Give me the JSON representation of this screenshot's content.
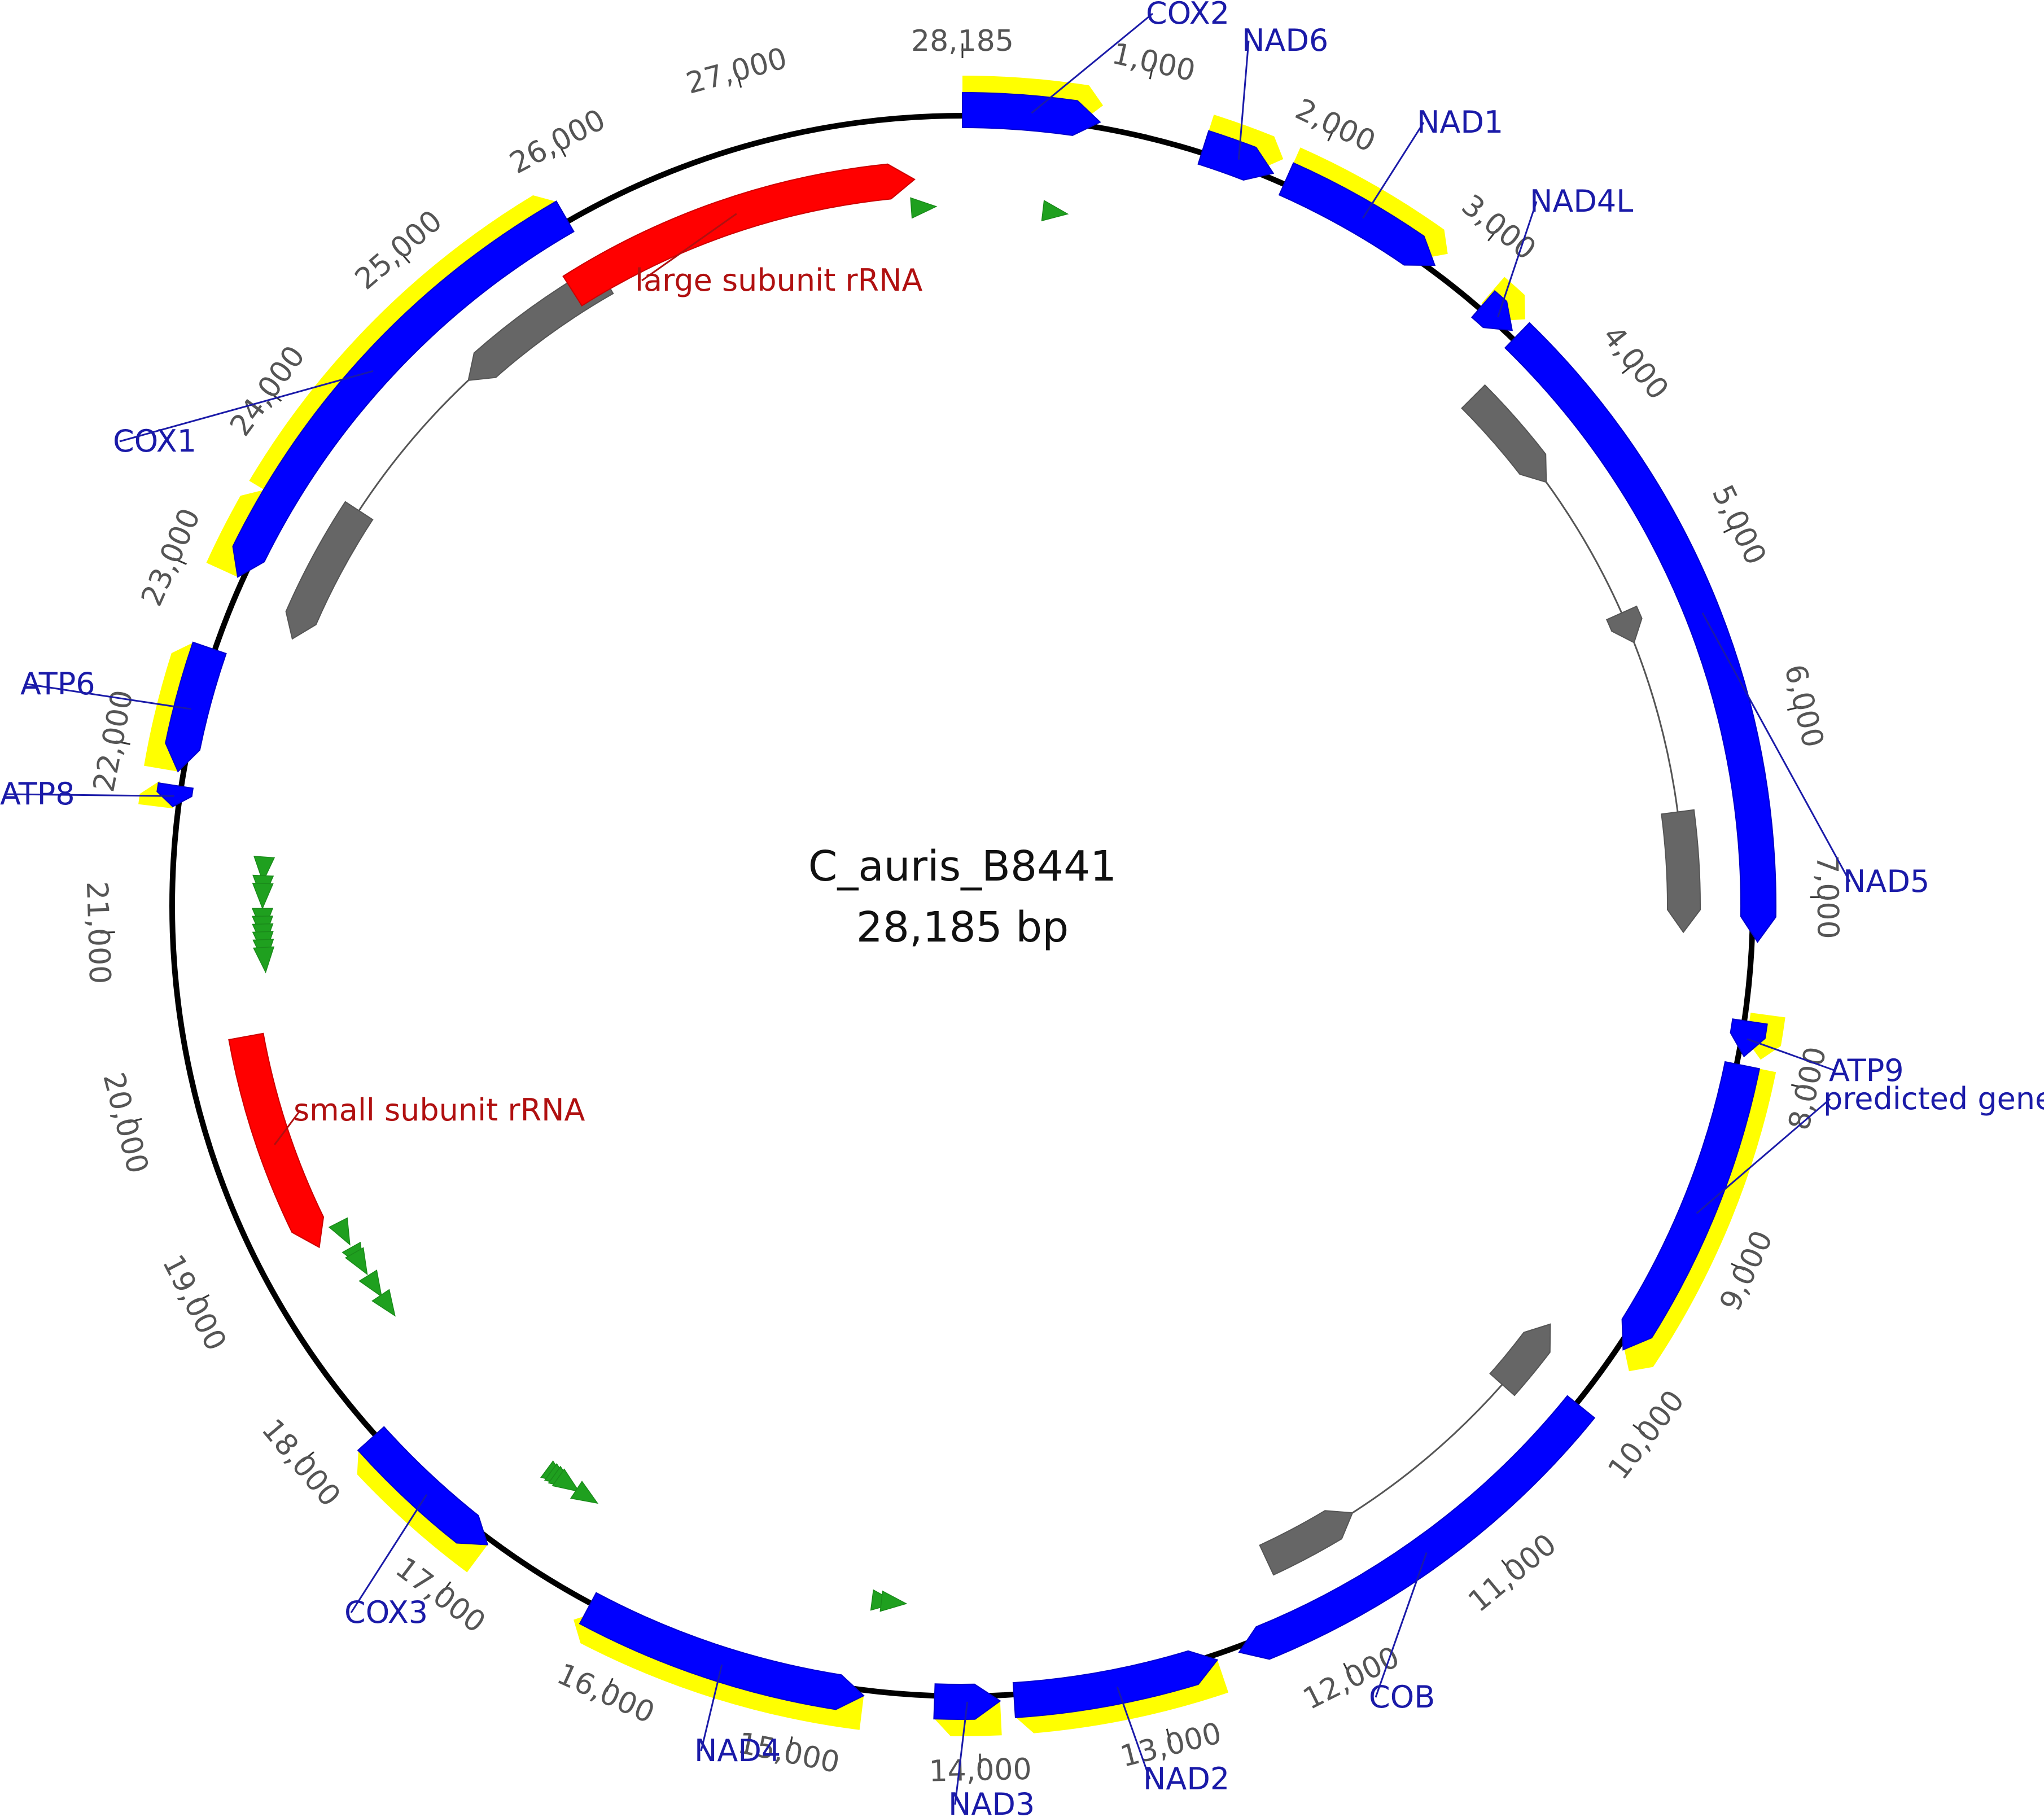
{
  "map": {
    "name": "C_auris_B8441",
    "length_text": "28,185 bp",
    "total_bp": 28185,
    "colors": {
      "backbone": "#000000",
      "protein_gene": "#0000ff",
      "cds_highlight": "#ffff00",
      "rrna": "#ff0000",
      "trna": "#1fa01f",
      "orf": "#666666",
      "gene_label": "#1a1aa8",
      "rrna_label": "#b01010",
      "tick_label": "#555555"
    }
  },
  "ticks": [
    {
      "bp": 1000,
      "label": "1,000"
    },
    {
      "bp": 2000,
      "label": "2,000"
    },
    {
      "bp": 3000,
      "label": "3,000"
    },
    {
      "bp": 4000,
      "label": "4,000"
    },
    {
      "bp": 5000,
      "label": "5,000"
    },
    {
      "bp": 6000,
      "label": "6,000"
    },
    {
      "bp": 7000,
      "label": "7,000"
    },
    {
      "bp": 8000,
      "label": "8,000"
    },
    {
      "bp": 9000,
      "label": "9,000"
    },
    {
      "bp": 10000,
      "label": "10,000"
    },
    {
      "bp": 11000,
      "label": "11,000"
    },
    {
      "bp": 12000,
      "label": "12,000"
    },
    {
      "bp": 13000,
      "label": "13,000"
    },
    {
      "bp": 14000,
      "label": "14,000"
    },
    {
      "bp": 15000,
      "label": "15,000"
    },
    {
      "bp": 16000,
      "label": "16,000"
    },
    {
      "bp": 17000,
      "label": "17,000"
    },
    {
      "bp": 18000,
      "label": "18,000"
    },
    {
      "bp": 19000,
      "label": "19,000"
    },
    {
      "bp": 20000,
      "label": "20,000"
    },
    {
      "bp": 21000,
      "label": "21,000"
    },
    {
      "bp": 22000,
      "label": "22,000"
    },
    {
      "bp": 23000,
      "label": "23,000"
    },
    {
      "bp": 24000,
      "label": "24,000"
    },
    {
      "bp": 25000,
      "label": "25,000"
    },
    {
      "bp": 26000,
      "label": "26,000"
    },
    {
      "bp": 27000,
      "label": "27,000"
    },
    {
      "bp": 28185,
      "label": "28,185"
    }
  ],
  "genes": [
    {
      "name": "COX2",
      "start": 0,
      "end": 780,
      "strand": 1,
      "label_side": "top"
    },
    {
      "name": "NAD6",
      "start": 1380,
      "end": 1800,
      "strand": 1,
      "label_side": "top"
    },
    {
      "name": "NAD1",
      "start": 1880,
      "end": 2850,
      "strand": 1,
      "label_side": "right"
    },
    {
      "name": "NAD4L",
      "start": 3200,
      "end": 3420,
      "strand": 1,
      "label_side": "right"
    },
    {
      "name": "NAD5",
      "start": 3460,
      "end": 7250,
      "strand": 1,
      "label_side": "right"
    },
    {
      "name": "ATP9",
      "start": 7700,
      "end": 7900,
      "strand": 1,
      "label_side": "right"
    },
    {
      "name": "predicted gene",
      "start": 7950,
      "end": 9700,
      "strand": 1,
      "label_side": "right"
    },
    {
      "name": "COB",
      "start": 10100,
      "end": 12500,
      "strand": 1,
      "label_side": "bottom"
    },
    {
      "name": "NAD2",
      "start": 12630,
      "end": 13800,
      "strand": -1,
      "label_side": "bottom"
    },
    {
      "name": "NAD3",
      "start": 13880,
      "end": 14250,
      "strand": -1,
      "label_side": "bottom"
    },
    {
      "name": "NAD4",
      "start": 14650,
      "end": 16290,
      "strand": -1,
      "label_side": "bottom"
    },
    {
      "name": "COX3",
      "start": 16960,
      "end": 17850,
      "strand": -1,
      "label_side": "left"
    },
    {
      "name": "ATP8",
      "start": 21700,
      "end": 21820,
      "strand": -1,
      "label_side": "left"
    },
    {
      "name": "ATP6",
      "start": 21900,
      "end": 22620,
      "strand": -1,
      "label_side": "left"
    },
    {
      "name": "COX1",
      "start": 23050,
      "end": 25840,
      "strand": -1,
      "label_side": "left"
    }
  ],
  "cds_highlights": [
    {
      "start": 0,
      "end": 780
    },
    {
      "start": 1380,
      "end": 1820
    },
    {
      "start": 1880,
      "end": 2870
    },
    {
      "start": 3190,
      "end": 3430
    },
    {
      "start": 7650,
      "end": 7900
    },
    {
      "start": 7950,
      "end": 9780
    },
    {
      "start": 12630,
      "end": 13800
    },
    {
      "start": 13880,
      "end": 14250
    },
    {
      "start": 14650,
      "end": 16330
    },
    {
      "start": 16960,
      "end": 17850
    },
    {
      "start": 21690,
      "end": 21830
    },
    {
      "start": 21900,
      "end": 22620
    },
    {
      "start": 23050,
      "end": 23550
    },
    {
      "start": 23550,
      "end": 25840
    }
  ],
  "rrnas": [
    {
      "name": "large subunit rRNA",
      "start": 25650,
      "end": 27890,
      "strand": 1,
      "label_side": "bottom"
    },
    {
      "name": "small subunit rRNA",
      "start": 18950,
      "end": 20330,
      "strand": -1,
      "label_side": "right"
    }
  ],
  "orfs": [
    {
      "start": 3530,
      "end": 4230,
      "strand": 1
    },
    {
      "start": 5170,
      "end": 5370,
      "strand": 1
    },
    {
      "start": 6460,
      "end": 7210,
      "strand": 1
    },
    {
      "start": 9820,
      "end": 10300,
      "strand": -1
    },
    {
      "start": 11530,
      "end": 12140,
      "strand": -1
    },
    {
      "start": 22840,
      "end": 23740,
      "strand": -1
    },
    {
      "start": 24800,
      "end": 25860,
      "strand": -1
    }
  ],
  "orf_links": [
    {
      "start": 4230,
      "end": 5170
    },
    {
      "start": 5370,
      "end": 6460
    },
    {
      "start": 10300,
      "end": 11530
    },
    {
      "start": 23740,
      "end": 24800
    }
  ],
  "trnas": [
    {
      "pos": 27980,
      "strand": 1
    },
    {
      "pos": 640,
      "strand": 1
    },
    {
      "pos": 21330,
      "strand": -1
    },
    {
      "pos": 21210,
      "strand": -1
    },
    {
      "pos": 21160,
      "strand": -1
    },
    {
      "pos": 21000,
      "strand": -1
    },
    {
      "pos": 20950,
      "strand": -1
    },
    {
      "pos": 20900,
      "strand": -1
    },
    {
      "pos": 20850,
      "strand": -1
    },
    {
      "pos": 20800,
      "strand": -1
    },
    {
      "pos": 20750,
      "strand": -1
    },
    {
      "pos": 18910,
      "strand": -1
    },
    {
      "pos": 18730,
      "strand": -1
    },
    {
      "pos": 18690,
      "strand": -1
    },
    {
      "pos": 18520,
      "strand": -1
    },
    {
      "pos": 18370,
      "strand": -1
    },
    {
      "pos": 16820,
      "strand": -1
    },
    {
      "pos": 16790,
      "strand": -1
    },
    {
      "pos": 16760,
      "strand": -1
    },
    {
      "pos": 16730,
      "strand": -1
    },
    {
      "pos": 16590,
      "strand": -1
    },
    {
      "pos": 14550,
      "strand": -1
    },
    {
      "pos": 14490,
      "strand": -1
    }
  ],
  "label_anchors": {
    "COX2": {
      "text": [
        2030,
        42
      ],
      "anchor": "start"
    },
    "NAD6": {
      "text": [
        2200,
        90
      ],
      "anchor": "start"
    },
    "NAD1": {
      "text": [
        2510,
        235
      ],
      "anchor": "start"
    },
    "NAD4L": {
      "text": [
        2710,
        375
      ],
      "anchor": "start"
    },
    "NAD5": {
      "text": [
        3265,
        1580
      ],
      "anchor": "start"
    },
    "ATP9": {
      "text": [
        3240,
        1915
      ],
      "anchor": "start"
    },
    "predicted gene": {
      "text": [
        3230,
        1965
      ],
      "anchor": "start"
    },
    "COB": {
      "text": [
        2425,
        3025
      ],
      "anchor": "start"
    },
    "NAD2": {
      "text": [
        2025,
        3170
      ],
      "anchor": "start"
    },
    "NAD3": {
      "text": [
        1680,
        3215
      ],
      "anchor": "start"
    },
    "NAD4": {
      "text": [
        1230,
        3120
      ],
      "anchor": "start"
    },
    "COX3": {
      "text": [
        610,
        2875
      ],
      "anchor": "start"
    },
    "ATP8": {
      "text": [
        0,
        1425
      ],
      "anchor": "start"
    },
    "ATP6": {
      "text": [
        36,
        1230
      ],
      "anchor": "start"
    },
    "COX1": {
      "text": [
        200,
        800
      ],
      "anchor": "start"
    },
    "large subunit rRNA": {
      "text": [
        1125,
        515
      ],
      "anchor": "start"
    },
    "small subunit rRNA": {
      "text": [
        520,
        1985
      ],
      "anchor": "start"
    }
  }
}
